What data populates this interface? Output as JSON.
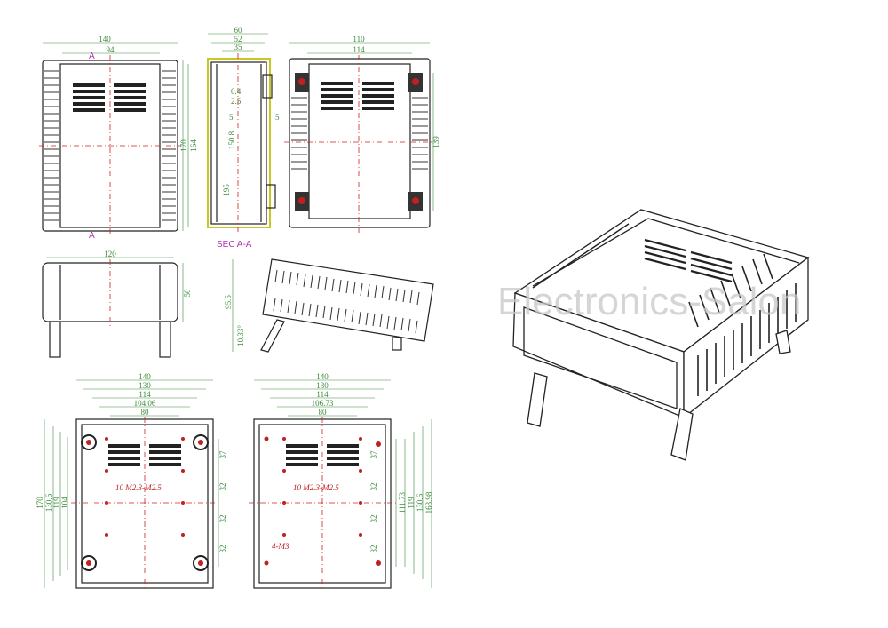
{
  "front_view": {
    "width_outer": "140",
    "width_inner": "94",
    "height_outer": "170",
    "height_inner": "164",
    "section_mark": "A"
  },
  "section_view": {
    "dims_top": [
      "60",
      "52",
      "35"
    ],
    "dims_side": [
      "0.4",
      "2.5",
      "5",
      "5",
      "150.8",
      "195"
    ],
    "label": "SEC A-A"
  },
  "back_view": {
    "width_outer": "110",
    "width_inner": "114",
    "height": "139"
  },
  "end_view": {
    "width": "120",
    "height": "50"
  },
  "tilted_view": {
    "dim_a": "95.5",
    "dim_b": "10.33°"
  },
  "bottom_view_left": {
    "widths": [
      "140",
      "130",
      "114",
      "104.06",
      "80"
    ],
    "heights": [
      "170",
      "130.6",
      "119",
      "104"
    ],
    "pitches": [
      "37",
      "32",
      "32",
      "32"
    ],
    "hole_note": "10 M2.3-M2.5"
  },
  "bottom_view_right": {
    "widths": [
      "140",
      "130",
      "114",
      "106.73",
      "80"
    ],
    "heights": [
      "111.73",
      "119",
      "130.6",
      "163.98"
    ],
    "pitches": [
      "37",
      "32",
      "32",
      "32"
    ],
    "hole_note": "10 M2.3-M2.5",
    "hole_note2": "4-M3"
  },
  "watermark": "Electronics-Salon",
  "colors": {
    "outline": "#222222",
    "dimension": "#3a8a3a",
    "centerline": "#d02020",
    "section": "#b030b0"
  }
}
